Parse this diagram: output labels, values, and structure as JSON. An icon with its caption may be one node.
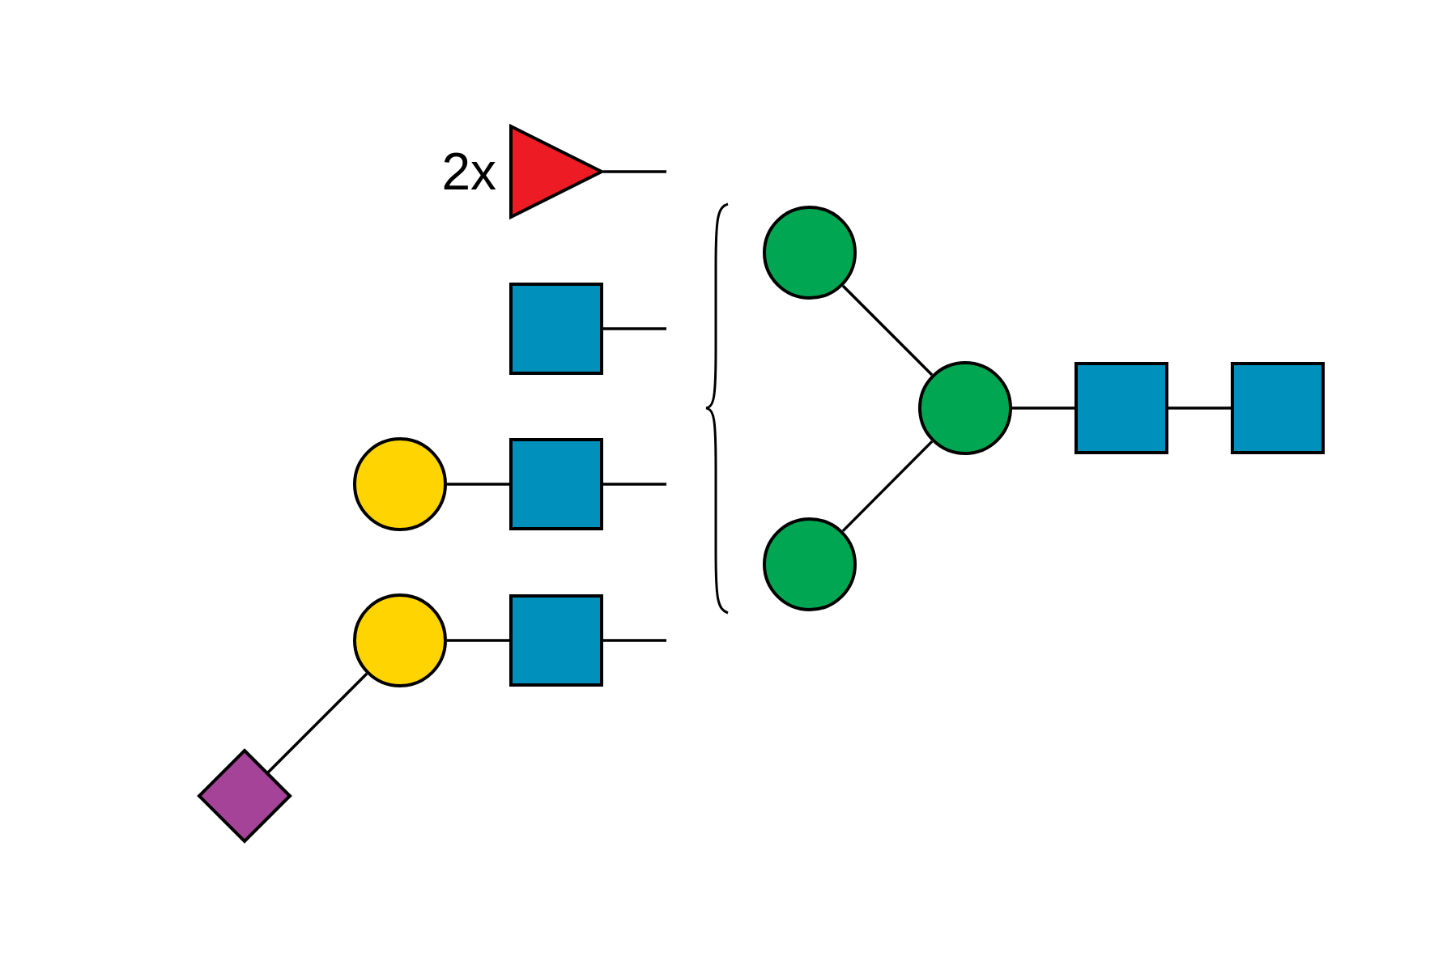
{
  "diagram": {
    "nodes": [
      {
        "text": [],
        "shape": "triangle",
        "beside": [
          "2x"
        ]
      },
      {
        "text": [],
        "shape": "box"
      },
      {
        "text": [],
        "shape": "circle"
      },
      {
        "text": [],
        "shape": "box"
      },
      {
        "text": [],
        "shape": "circle"
      },
      {
        "text": [],
        "shape": "box"
      },
      {
        "text": [],
        "shape": "diamond"
      },
      {
        "text": [],
        "shape": "circle"
      },
      {
        "text": [],
        "shape": "circle"
      },
      {
        "text": [],
        "shape": "circle"
      },
      {
        "text": [],
        "shape": "box"
      },
      {
        "text": [],
        "shape": "box"
      }
    ],
    "edges": [
      {
        "from": 0,
        "to": null,
        "arrow": "none"
      },
      {
        "from": 1,
        "to": null,
        "arrow": "none"
      },
      {
        "from": 2,
        "to": 3,
        "arrow": "none"
      },
      {
        "from": 3,
        "to": null,
        "arrow": "none"
      },
      {
        "from": 4,
        "to": 5,
        "arrow": "none"
      },
      {
        "from": 5,
        "to": null,
        "arrow": "none"
      },
      {
        "from": 6,
        "to": 4,
        "arrow": "none"
      },
      {
        "from": 7,
        "to": 8,
        "arrow": "none"
      },
      {
        "from": 9,
        "to": 8,
        "arrow": "none"
      },
      {
        "from": 8,
        "to": 10,
        "arrow": "none"
      },
      {
        "from": 10,
        "to": 11,
        "arrow": "none"
      }
    ]
  }
}
